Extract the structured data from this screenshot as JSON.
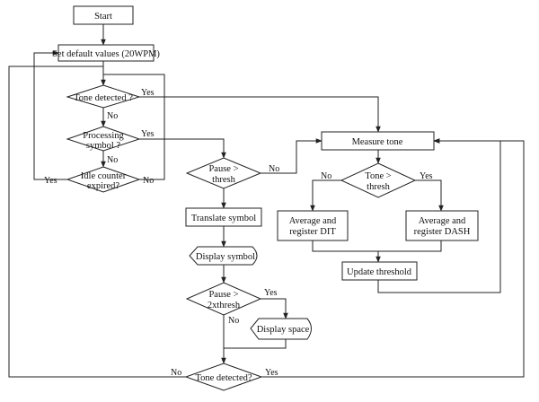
{
  "nodes": {
    "start": "Start",
    "set_default": "Set default values (20WPM)",
    "tone_detected_1": "Tone detected ?",
    "processing_symbol": [
      "Processing",
      "symbol ?"
    ],
    "idle_counter": [
      "Idle counter",
      "expired?"
    ],
    "pause_thresh": [
      "Pause >",
      "thresh"
    ],
    "translate_symbol": "Translate symbol",
    "display_symbol": "Display symbol",
    "pause_2xthresh": [
      "Pause >",
      "2xthresh"
    ],
    "display_space": "Display space",
    "tone_detected_2": "Tone detected?",
    "measure_tone": "Measure tone",
    "tone_thresh": [
      "Tone >",
      "thresh"
    ],
    "avg_dit": [
      "Average and",
      "register DIT"
    ],
    "avg_dash": [
      "Average and",
      "register DASH"
    ],
    "update_threshold": "Update threshold"
  },
  "labels": {
    "yes": "Yes",
    "no": "No"
  },
  "colors": {
    "stroke": "#222222",
    "fill": "#ffffff"
  }
}
